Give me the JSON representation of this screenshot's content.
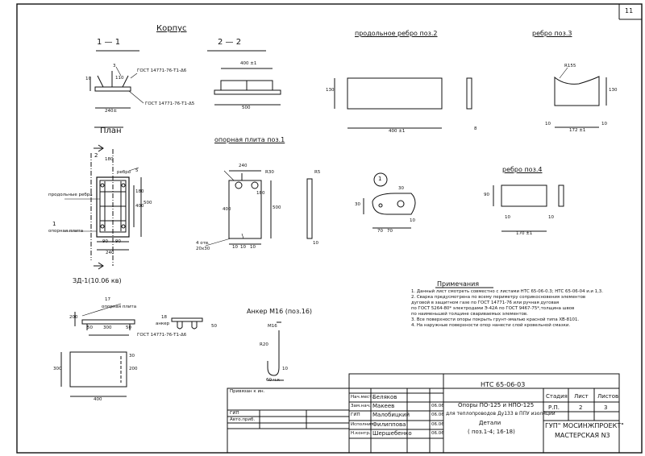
{
  "sheet_number": "11",
  "sections": {
    "korpus": "Корпус",
    "sec11": "1 — 1",
    "sec22": "2 — 2",
    "plan": "План",
    "prodolnoe": "продольное ребро поз.2",
    "rebro3": "ребро поз.3",
    "opornaya": "опорная плита поз.1",
    "rebro4": "ребро поз.4",
    "zd": "ЗД-1(10.06 кв)",
    "anker": "Анкер М16 (поз.16)"
  },
  "labels": {
    "gost1": "ГОСТ 14771-76-Т1-Δ6",
    "gost2": "ГОСТ 14771-76-Т1-Δ5",
    "gost3": "ГОСТ 14771-76-Т1-Δ6",
    "prodolnoe_rebro": "продольные ребра",
    "rebro": "ребро",
    "opornaya_plita": "опорная плита",
    "opornaya_plita2": "опорная плита",
    "ankr": "анкер",
    "one": "1",
    "two": "2",
    "three": "3",
    "circle1": "1",
    "r155": "R155",
    "r30": "R30",
    "r5": "R5",
    "r20": "R20",
    "m16": "M16",
    "weld": "4 отв.",
    "weld2": "20х30",
    "len60": "60 ч.к"
  },
  "dims": {
    "d240a": "240±",
    "d400a": "400 ±1",
    "d500": "500",
    "d10a": "10",
    "d130": "130",
    "d400b": "400 ±1",
    "d8": "8",
    "d172": "172 ±1",
    "d10b": "10",
    "d10c": "10",
    "d130b": "130",
    "d180": "180",
    "d180b": "180",
    "d400c": "400",
    "d500b": "500",
    "d90a": "90",
    "d90b": "90",
    "d240b": "240",
    "d240c": "240",
    "d180c": "180",
    "d400d": "400",
    "d500c": "500",
    "d10d": "10",
    "d10e": "10",
    "d10f": "10",
    "d10g": "10",
    "d70": "70",
    "d30": "30",
    "d30b": "30",
    "d70b": "70",
    "d10h": "10",
    "d90c": "90",
    "d170": "170 ±1",
    "d10i": "10",
    "d10j": "10",
    "d200": "200",
    "d50": "50",
    "d300": "300",
    "d50b": "50",
    "d18": "18",
    "d50c": "50",
    "d17": "17",
    "d300b": "300",
    "d400e": "400",
    "d200b": "200",
    "d30c": "30",
    "d110": "110",
    "d5": "5",
    "d10k": "10"
  },
  "notes": {
    "title": "Примечания",
    "lines": [
      "1. Данный лист смотреть совместно с листами НТС 65-06-0.3; НТС 65-06-04 и.и 1,3.",
      "2. Сварка предусмотрена по всему периметру соприкосновения элементов",
      "   дуговой в защитном газе по ГОСТ 14771-76 или ручная дуговая",
      "   по ГОСТ 5264-80* электродами Э-42А по ГОСТ 9467-75*,толщина швов",
      "   по наименьшей толщине свариваемых элементов.",
      "3. Все поверхности опоры покрыть грунт-эмалью красной типа ХВ-8101.",
      "4. На наружные поверхности опор нанести слой кровельной смазки."
    ]
  },
  "title_block": {
    "code": "НТС 65-06-03",
    "name_line1": "Опоры ПО-125 и НПО-125",
    "name_line2": "для теплопроводов Ду133 в ППУ изоляции",
    "name_line3": "Детали",
    "name_line4": "( поз.1-4; 16-18)",
    "stage_h": "Стадия",
    "sheet_h": "Лист",
    "sheets_h": "Листов",
    "stage": "Р.П.",
    "sheet": "2",
    "sheets": "3",
    "org1": "ГУП\" МОСИНЖПРОЕКТ\"",
    "org2": "МАСТЕРСКАЯ N3",
    "pribl": "Привязан к ин.",
    "gip": "ГИП",
    "avt": "Авто.приб.",
    "rows": [
      {
        "role": "Нач.мест.",
        "name": "Беляков",
        "date": ""
      },
      {
        "role": "Зам.нач.",
        "name": "Макеев",
        "date": "06.06"
      },
      {
        "role": "ГИП",
        "name": "Малобицкий",
        "date": "06.06"
      },
      {
        "role": "Исполнит.",
        "name": "Филиппова",
        "date": "06.06"
      },
      {
        "role": "Н.контр.",
        "name": "Шершебенко",
        "date": "06.06"
      }
    ]
  }
}
